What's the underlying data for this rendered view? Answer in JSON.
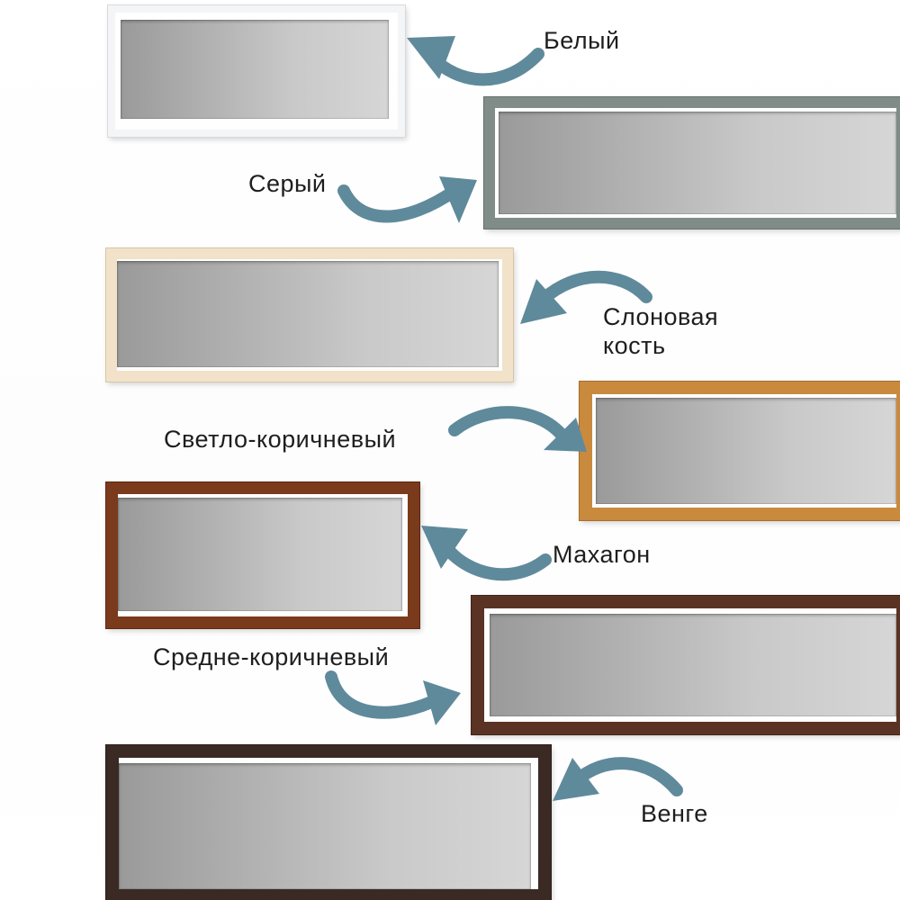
{
  "colors": {
    "arrow": "#5f8a9b",
    "mirror_glass": "#b8b8b8"
  },
  "swatches": [
    {
      "label": "Белый",
      "frame_color": "#f4f5f6",
      "frame_edge": "#d8dadc",
      "arrow_icon": "curved-arrow-left-icon"
    },
    {
      "label": "Серый",
      "frame_color": "#7f8c87",
      "frame_edge": "#66716d",
      "arrow_icon": "curved-arrow-right-icon"
    },
    {
      "label": "Слоновая кость",
      "label_lines": [
        "Слоновая",
        "кость"
      ],
      "frame_color": "#f1e2c9",
      "frame_edge": "#d8c6a6",
      "arrow_icon": "curved-arrow-left-icon"
    },
    {
      "label": "Светло-коричневый",
      "frame_color": "#c98a3e",
      "frame_edge": "#a86c29",
      "arrow_icon": "curved-arrow-right-icon"
    },
    {
      "label": "Махагон",
      "frame_color": "#7a3a1c",
      "frame_edge": "#5c2812",
      "arrow_icon": "curved-arrow-left-icon"
    },
    {
      "label": "Средне-коричневый",
      "frame_color": "#5a3324",
      "frame_edge": "#43241a",
      "arrow_icon": "curved-arrow-right-icon"
    },
    {
      "label": "Венге",
      "frame_color": "#3b2a24",
      "frame_edge": "#2a1c18",
      "arrow_icon": "curved-arrow-left-icon"
    }
  ]
}
